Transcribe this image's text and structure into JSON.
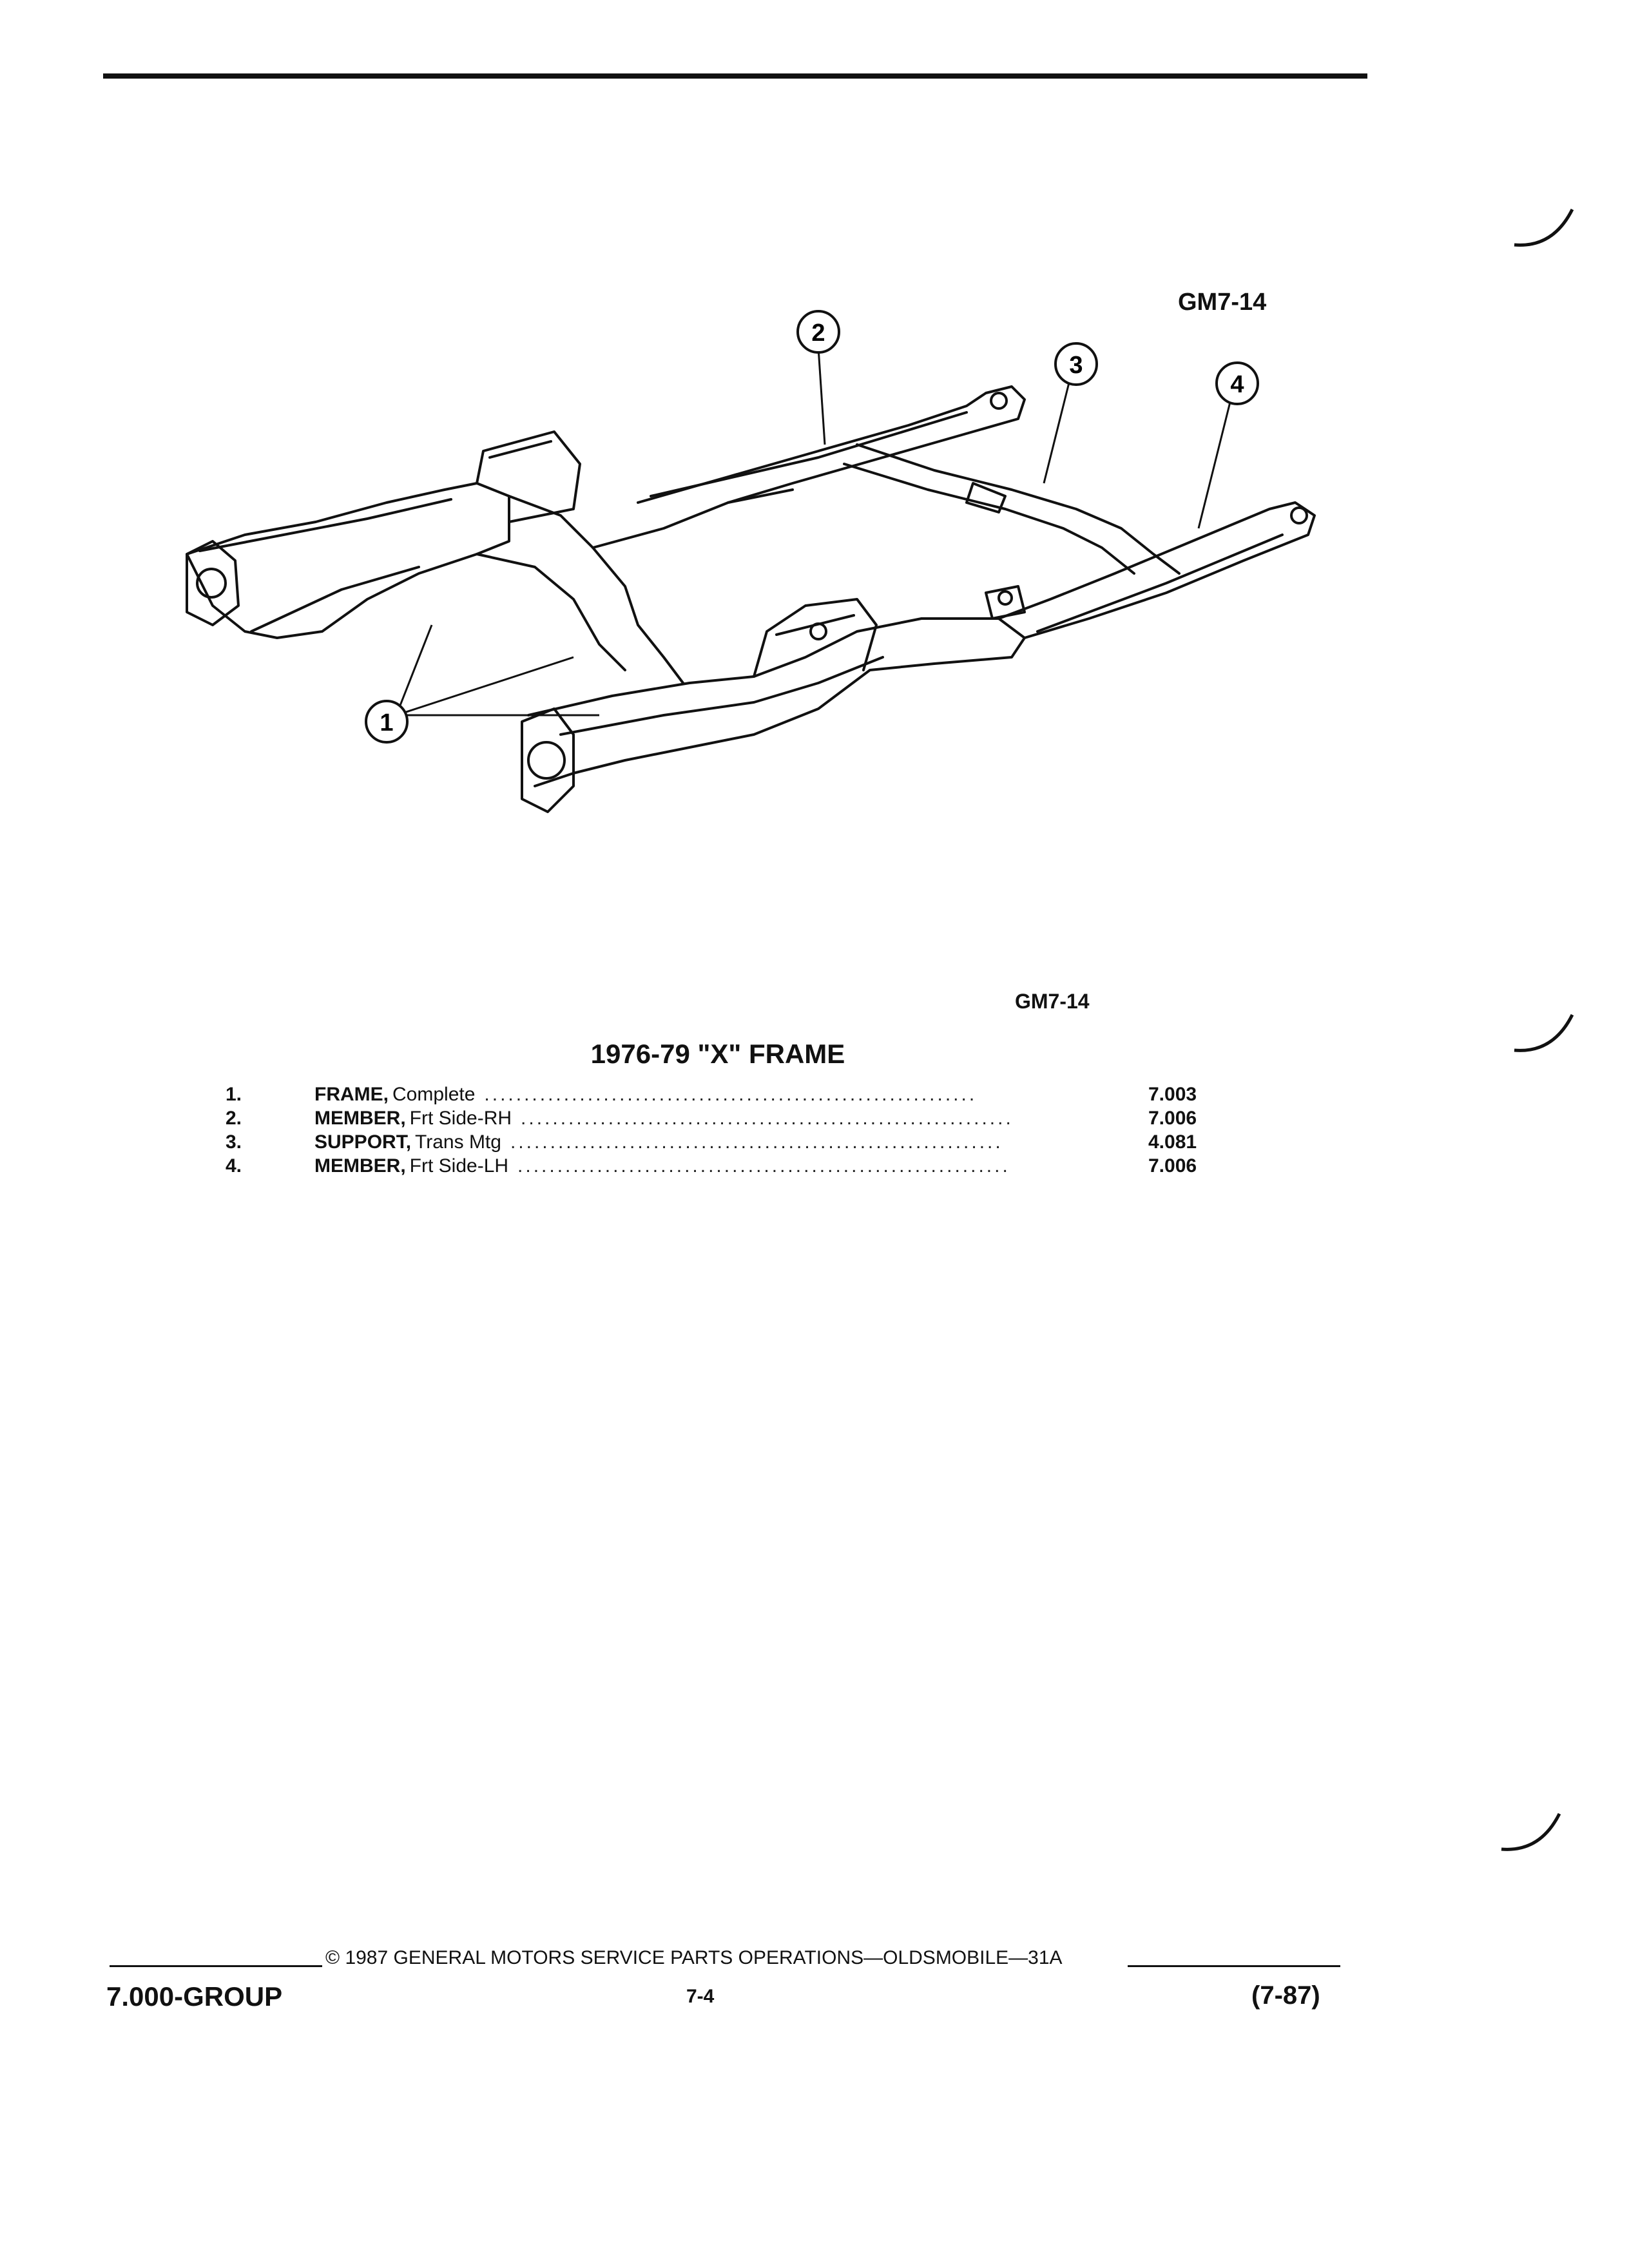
{
  "figure_id_top": "GM7-14",
  "figure_id_bottom": "GM7-14",
  "title": "1976-79 \"X\" FRAME",
  "callouts": [
    "1",
    "2",
    "3",
    "4"
  ],
  "parts": [
    {
      "num": "1.",
      "name": "FRAME,",
      "desc": "Complete",
      "code": "7.003"
    },
    {
      "num": "2.",
      "name": "MEMBER,",
      "desc": "Frt Side-RH",
      "code": "7.006"
    },
    {
      "num": "3.",
      "name": "SUPPORT,",
      "desc": "Trans Mtg",
      "code": "4.081"
    },
    {
      "num": "4.",
      "name": "MEMBER,",
      "desc": "Frt Side-LH",
      "code": "7.006"
    }
  ],
  "footer": {
    "copyright": "© 1987 GENERAL MOTORS SERVICE PARTS OPERATIONS—OLDSMOBILE—31A",
    "group": "7.000-GROUP",
    "page": "7-4",
    "date": "(7-87)"
  }
}
